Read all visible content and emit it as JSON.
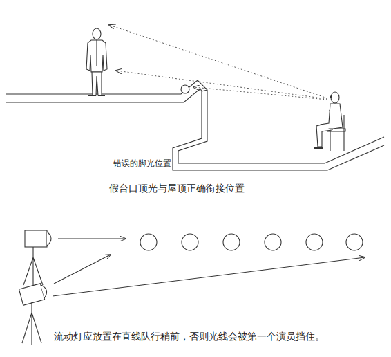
{
  "diagram": {
    "labels": [
      "错误的脚光位置",
      "假台口顶光与屋顶正确衔接位置",
      "流动灯应放置在直线队行稍前，否则光线会被第一个演员挡住。"
    ]
  }
}
